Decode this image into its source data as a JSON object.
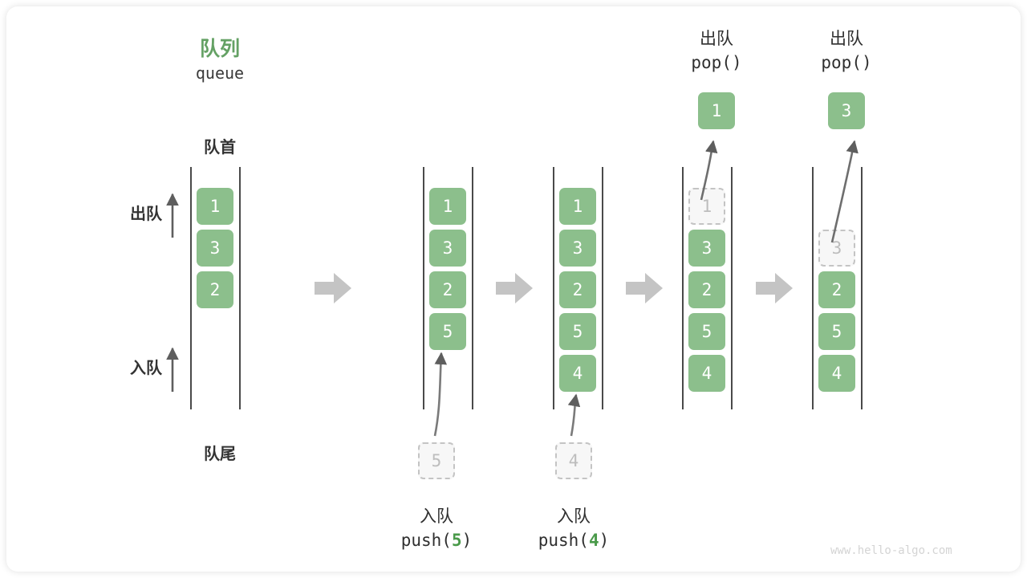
{
  "diagram": {
    "title_cn": "队列",
    "title_en": "queue",
    "front_label": "队首",
    "rear_label": "队尾",
    "dequeue_label": "出队",
    "enqueue_label": "入队",
    "watermark": "www.hello-algo.com",
    "colors": {
      "element": "#8cbf8c",
      "element_text": "#ffffff",
      "ghost_fill": "#f7f7f7",
      "ghost_border": "#c4c4c4",
      "ghost_text": "#bdbdbd",
      "accent": "#64a164",
      "rail": "#4a4a4a",
      "arrow": "#5e5e5e",
      "step_arrow": "#c4c4c4",
      "text": "#333333",
      "watermark": "#d4d4d4"
    }
  },
  "stages": [
    {
      "id": "stage-initial",
      "cells": [
        {
          "value": "1",
          "state": "filled"
        },
        {
          "value": "3",
          "state": "filled"
        },
        {
          "value": "2",
          "state": "filled"
        }
      ],
      "op_cn": "",
      "op_code": "",
      "incoming": null,
      "popped": null
    },
    {
      "id": "stage-push-5",
      "cells": [
        {
          "value": "1",
          "state": "filled"
        },
        {
          "value": "3",
          "state": "filled"
        },
        {
          "value": "2",
          "state": "filled"
        },
        {
          "value": "5",
          "state": "filled"
        }
      ],
      "op_cn": "入队",
      "op_code_prefix": "push(",
      "op_code_value": "5",
      "op_code_suffix": ")",
      "incoming": {
        "value": "5",
        "state": "ghost"
      },
      "popped": null
    },
    {
      "id": "stage-push-4",
      "cells": [
        {
          "value": "1",
          "state": "filled"
        },
        {
          "value": "3",
          "state": "filled"
        },
        {
          "value": "2",
          "state": "filled"
        },
        {
          "value": "5",
          "state": "filled"
        },
        {
          "value": "4",
          "state": "filled"
        }
      ],
      "op_cn": "入队",
      "op_code_prefix": "push(",
      "op_code_value": "4",
      "op_code_suffix": ")",
      "incoming": {
        "value": "4",
        "state": "ghost"
      },
      "popped": null
    },
    {
      "id": "stage-pop-1",
      "cells": [
        {
          "value": "1",
          "state": "ghost"
        },
        {
          "value": "3",
          "state": "filled"
        },
        {
          "value": "2",
          "state": "filled"
        },
        {
          "value": "5",
          "state": "filled"
        },
        {
          "value": "4",
          "state": "filled"
        }
      ],
      "op_cn": "出队",
      "op_code": "pop()",
      "popped": {
        "value": "1",
        "state": "popped"
      }
    },
    {
      "id": "stage-pop-3",
      "cells": [
        {
          "value": "",
          "state": "empty"
        },
        {
          "value": "3",
          "state": "ghost"
        },
        {
          "value": "2",
          "state": "filled"
        },
        {
          "value": "5",
          "state": "filled"
        },
        {
          "value": "4",
          "state": "filled"
        }
      ],
      "op_cn": "出队",
      "op_code": "pop()",
      "popped": {
        "value": "3",
        "state": "popped"
      }
    }
  ]
}
